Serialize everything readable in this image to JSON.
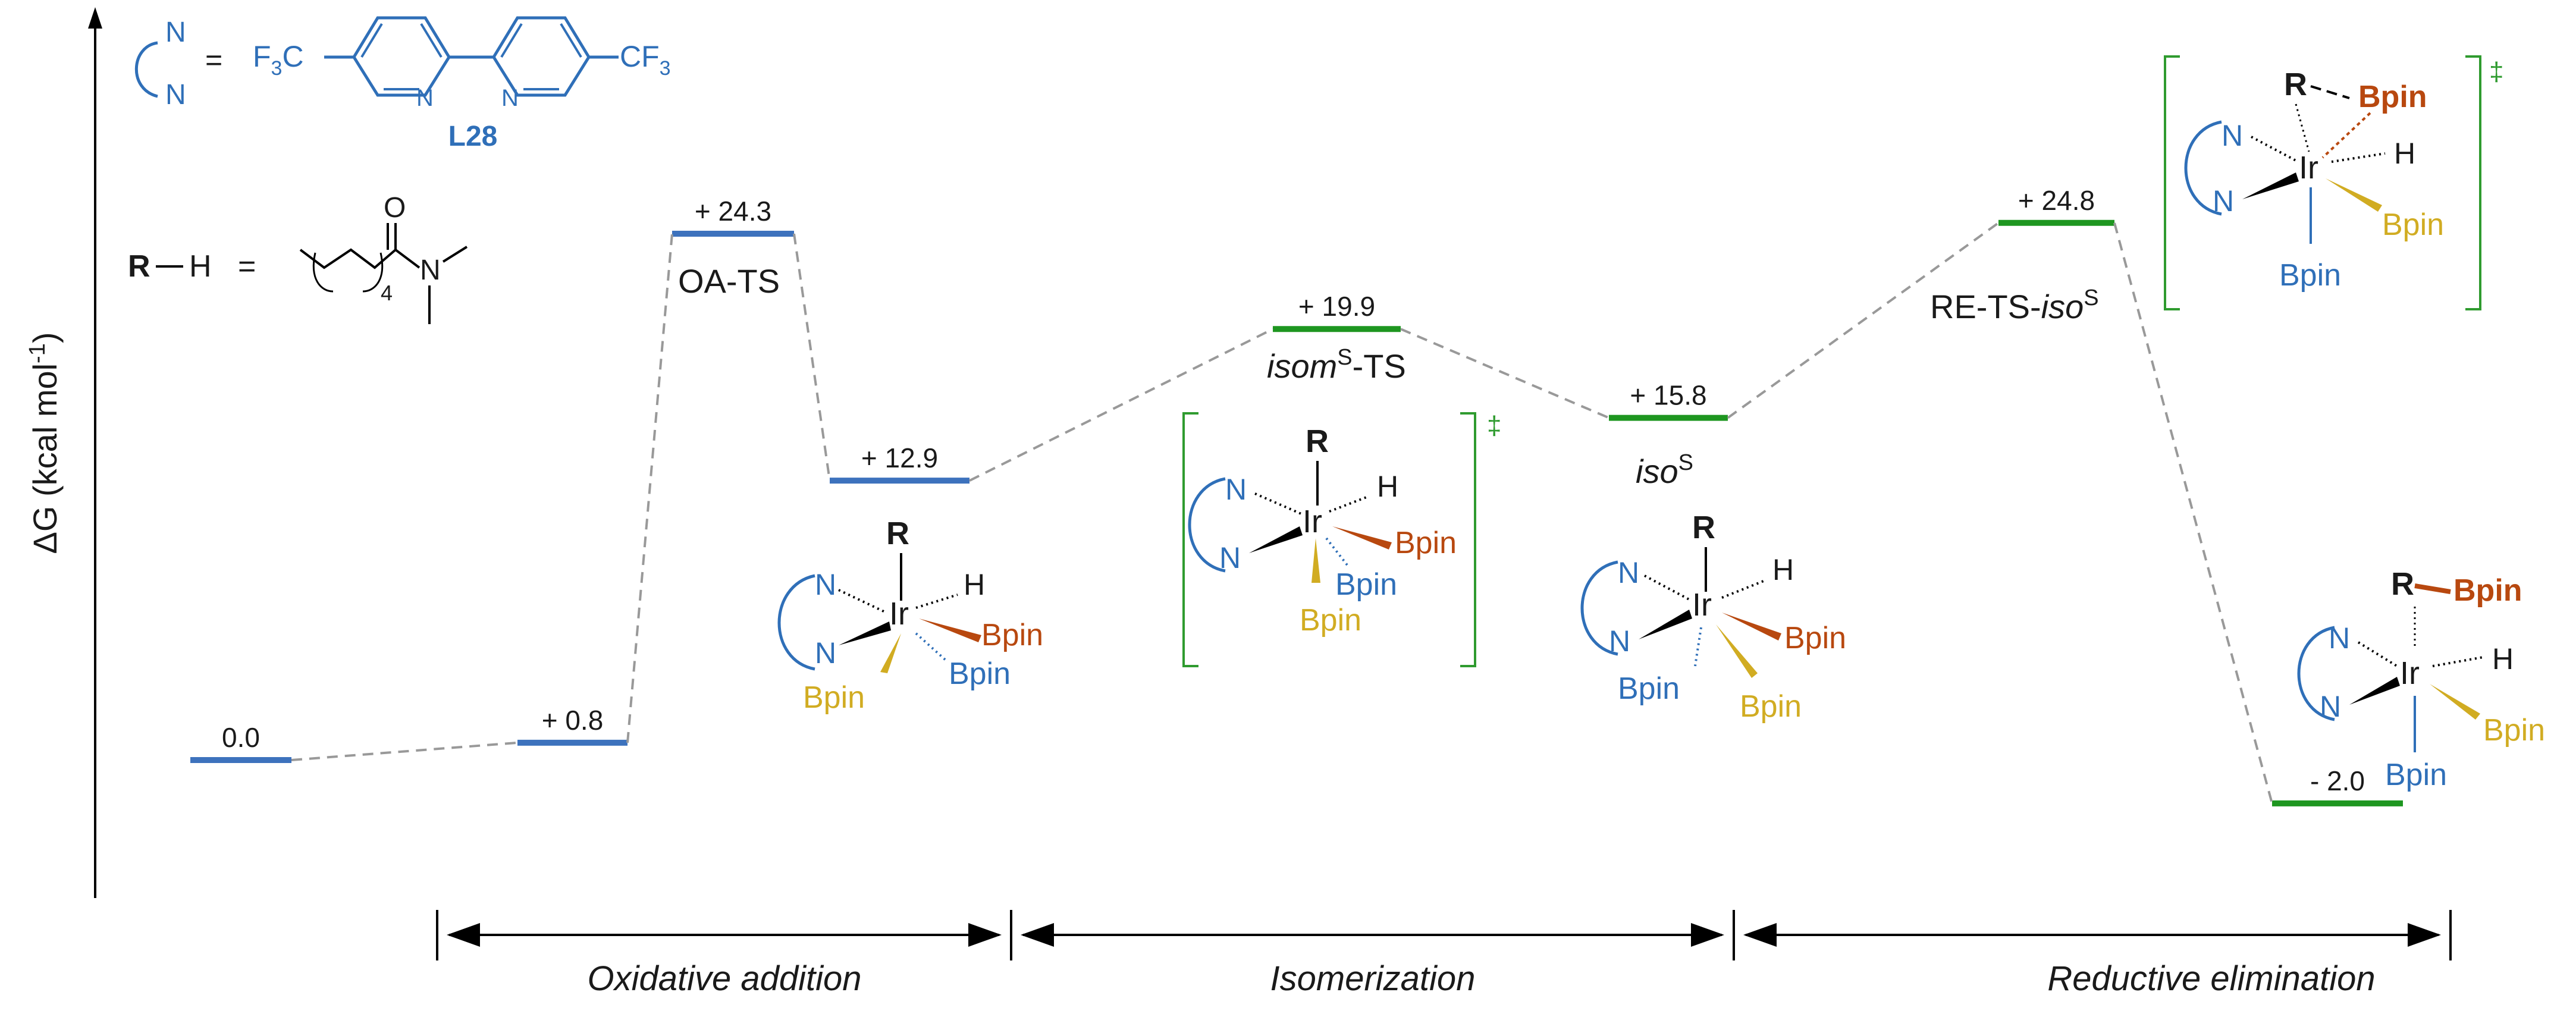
{
  "axis": {
    "ylabel": "ΔG (kcal mol",
    "ylabel_sup": "-1",
    "ylabel_end": ")"
  },
  "legend": {
    "ligand_n": "N",
    "equals": "=",
    "cf3_left_a": "F",
    "cf3_left_sub": "3",
    "cf3_left_b": "C",
    "cf3_right_a": "CF",
    "cf3_right_sub": "3",
    "ligand_name": "L28",
    "rh_r": "R",
    "rh_h": "H",
    "oxygen": "O",
    "nitrogen": "N",
    "chain_sub": "4"
  },
  "chart_data": {
    "type": "energy_profile",
    "ylabel": "ΔG (kcal mol-1)",
    "states": [
      {
        "label": "",
        "energy": 0.0,
        "energy_text": "0.0",
        "color": "#3d72bd"
      },
      {
        "label": "",
        "energy": 0.8,
        "energy_text": "+ 0.8",
        "color": "#3d72bd"
      },
      {
        "label": "OA-TS",
        "energy": 24.3,
        "energy_text": "+ 24.3",
        "color": "#3d72bd"
      },
      {
        "label": "",
        "energy": 12.9,
        "energy_text": "+ 12.9",
        "color": "#3d72bd"
      },
      {
        "label": "isomS-TS",
        "energy": 19.9,
        "energy_text": "+ 19.9",
        "color": "#1e9620"
      },
      {
        "label": "isoS",
        "energy": 15.8,
        "energy_text": "+ 15.8",
        "color": "#1e9620"
      },
      {
        "label": "RE-TS-isoS",
        "energy": 24.8,
        "energy_text": "+ 24.8",
        "color": "#1e9620"
      },
      {
        "label": "",
        "energy": -2.0,
        "energy_text": "- 2.0",
        "color": "#1e9620"
      }
    ],
    "stage_labels": [
      "Oxidative addition",
      "Isomerization",
      "Reductive elimination"
    ]
  },
  "labels": {
    "oa_ts": "OA-TS",
    "isom_a": "isom",
    "isom_sup": "S",
    "isom_b": "-TS",
    "iso_a": "iso",
    "iso_sup": "S",
    "rets_a": "RE-TS-",
    "rets_b": "iso",
    "rets_sup": "S",
    "dagger": "‡"
  },
  "complex": {
    "r": "R",
    "n": "N",
    "ir": "Ir",
    "h": "H",
    "bpin": "Bpin"
  }
}
